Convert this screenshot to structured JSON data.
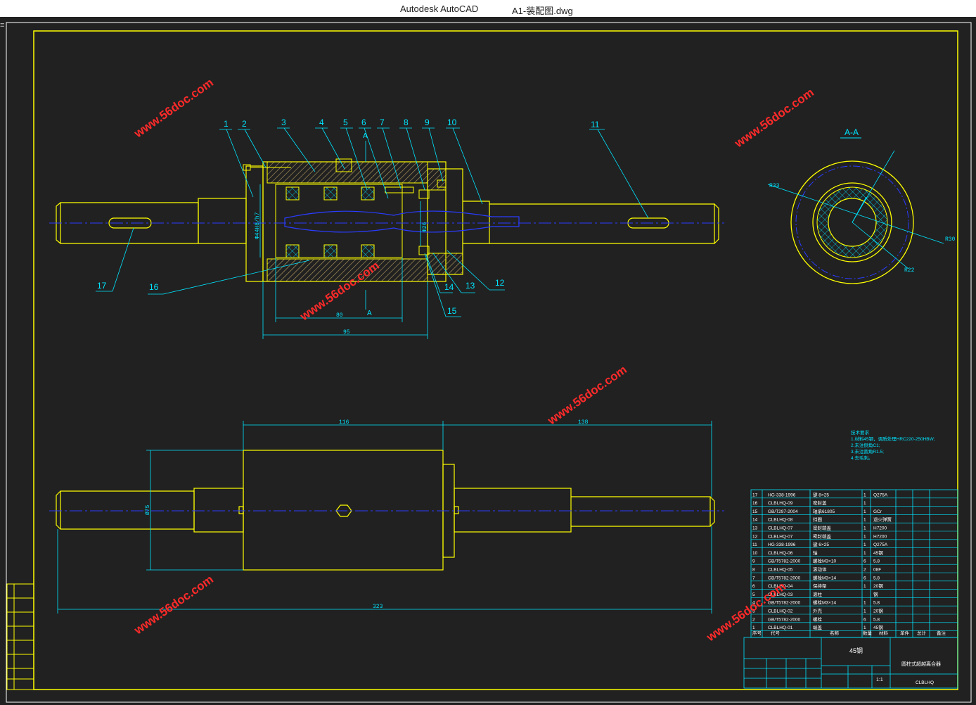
{
  "window": {
    "app_title": "Autodesk AutoCAD",
    "document_title": "A1-装配图.dwg"
  },
  "colors": {
    "frame": "#ffff00",
    "leader": "#00e5ff",
    "centerline": "#2a3cff",
    "canvas": "#212121",
    "watermark": "#ff2a2a",
    "hatch": "#b8a060"
  },
  "watermark": "www.56doc.com",
  "drawing": {
    "part_labels": [
      "1",
      "2",
      "3",
      "4",
      "5",
      "6",
      "7",
      "8",
      "9",
      "10",
      "11",
      "12",
      "13",
      "14",
      "15",
      "16",
      "17"
    ],
    "section_label": "A-A",
    "section_marker": "A",
    "dims": {
      "d80": "80",
      "d95": "95",
      "d116": "116",
      "d138": "138",
      "d323": "323",
      "d75": "Ø75",
      "dia1": "Φ44H8/h7",
      "dia2": "Φ26",
      "r33": "R33",
      "r30": "R30",
      "r22": "R22"
    },
    "tech_notes": [
      "技术要求",
      "1.材料45钢，调质处理HRC220-250HBW;",
      "2.未注倒角C1;",
      "3.未注圆角R1.5;",
      "4.去毛刺。"
    ]
  },
  "bom": {
    "rows": [
      {
        "no": "17",
        "code": "HG-338-1996",
        "name": "键 8×25",
        "qty": "1",
        "mat": "Q275A"
      },
      {
        "no": "16",
        "code": "CLBLHQ-09",
        "name": "密封盖",
        "qty": "1",
        "mat": ""
      },
      {
        "no": "15",
        "code": "GB/T297-2004",
        "name": "轴承61805",
        "qty": "1",
        "mat": "GCr"
      },
      {
        "no": "14",
        "code": "CLBLHQ-08",
        "name": "挡圈",
        "qty": "1",
        "mat": "退火弹簧"
      },
      {
        "no": "13",
        "code": "CLBLHQ-07",
        "name": "密封端盖",
        "qty": "1",
        "mat": "H7200"
      },
      {
        "no": "12",
        "code": "CLBLHQ-07",
        "name": "密封端盖",
        "qty": "1",
        "mat": "H7200"
      },
      {
        "no": "11",
        "code": "HG-338-1996",
        "name": "键 6×25",
        "qty": "1",
        "mat": "Q275A"
      },
      {
        "no": "10",
        "code": "CLBLHQ-06",
        "name": "轴",
        "qty": "1",
        "mat": "45钢"
      },
      {
        "no": "9",
        "code": "GB/T5782-2000",
        "name": "螺栓M3×10",
        "qty": "6",
        "mat": "5.8"
      },
      {
        "no": "8",
        "code": "CLBLHQ-05",
        "name": "滚动体",
        "qty": "2",
        "mat": "08F"
      },
      {
        "no": "7",
        "code": "GB/T5782-2000",
        "name": "螺栓M3×14",
        "qty": "6",
        "mat": "5.8"
      },
      {
        "no": "6",
        "code": "CLBLHQ-04",
        "name": "保持架",
        "qty": "1",
        "mat": "20钢"
      },
      {
        "no": "5",
        "code": "CLBLHQ-03",
        "name": "滚柱",
        "qty": "",
        "mat": "钢"
      },
      {
        "no": "4",
        "code": "GB/T5782-2000",
        "name": "螺栓M3×14",
        "qty": "1",
        "mat": "5.8"
      },
      {
        "no": "3",
        "code": "CLBLHQ-02",
        "name": "外壳",
        "qty": "1",
        "mat": "20钢"
      },
      {
        "no": "2",
        "code": "GB/T5782-2000",
        "name": "螺栓",
        "qty": "6",
        "mat": "5.8"
      },
      {
        "no": "1",
        "code": "CLBLHQ-01",
        "name": "端盖",
        "qty": "1",
        "mat": "45钢"
      }
    ],
    "header": [
      "序号",
      "代号",
      "名称",
      "数量",
      "材料",
      "单件",
      "总计",
      "备注"
    ],
    "material_label": "45钢",
    "drawing_title": "圆柱式超越离合器",
    "drawing_code": "CLBLHQ",
    "scale": "1:1"
  }
}
